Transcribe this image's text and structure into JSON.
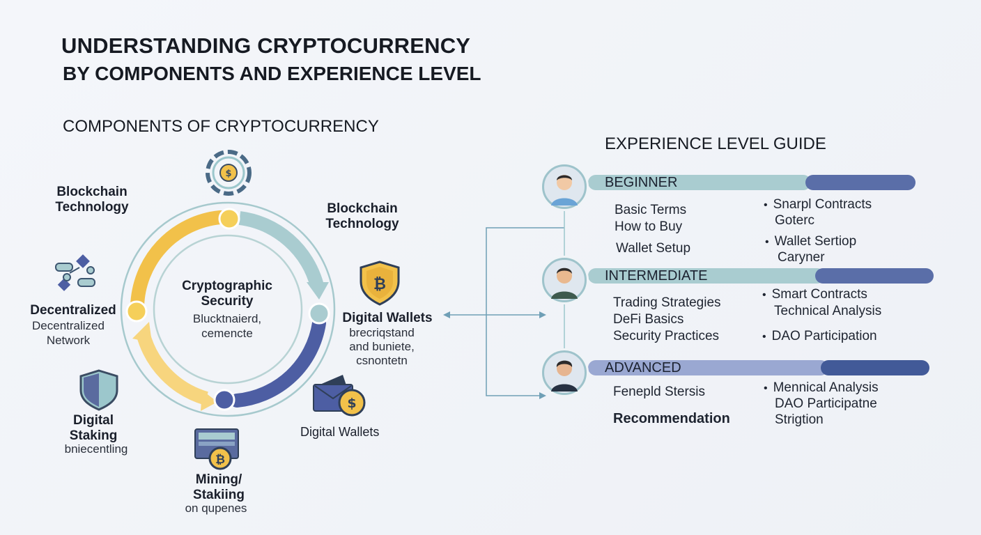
{
  "title": {
    "line1": "UNDERSTANDING CRYPTOCURRENCY",
    "line2": "BY COMPONENTS AND EXPERIENCE LEVEL"
  },
  "components": {
    "heading": "COMPONENTS OF CRYPTOCURRENCY",
    "center": {
      "title1": "Cryptographic",
      "title2": "Security",
      "sub1": "Blucktnaierd,",
      "sub2": "cemencte"
    },
    "blockchain_left": {
      "line1": "Blockchain",
      "line2": "Technology"
    },
    "blockchain_right": {
      "line1": "Blockchain",
      "line2": "Technology"
    },
    "decentralized": {
      "bold": "Decentralized",
      "sub1": "Decentralized",
      "sub2": "Network"
    },
    "digital_staking": {
      "line1": "Digital",
      "line2": "Staking",
      "sub": "bniecentling"
    },
    "mining": {
      "line1": "Mining/",
      "line2": "Stakiing",
      "sub": "on qupenes"
    },
    "digital_wallets_right": {
      "title": "Digital Wallets",
      "sub1": "brecriqstand",
      "sub2": "and buniete,",
      "sub3": "csnontetn"
    },
    "digital_wallets_bottom": {
      "title": "Digital Wallets"
    },
    "colors": {
      "yellow": "#f2c14a",
      "teal": "#a9ccd0",
      "navy": "#4d5ea3"
    }
  },
  "guide": {
    "heading": "EXPERIENCE LEVEL GUIDE",
    "levels": [
      {
        "label": "BEGINNER",
        "left_items": [
          "Basic Terms",
          "How to Buy",
          "Wallet Setup"
        ],
        "right_items": [
          "Snarpl Contracts",
          "Goterc",
          "Wallet Sertiop",
          "Caryner"
        ]
      },
      {
        "label": "INTERMEDIATE",
        "left_items": [
          "Trading Strategies",
          "DeFi Basics",
          "Security Practices"
        ],
        "right_items": [
          "Smart Contracts",
          "Technical Analysis",
          "DAO Participation"
        ]
      },
      {
        "label": "ADVANCED",
        "left_items": [
          "Fenepld Stersis",
          "Recommendation"
        ],
        "right_items": [
          "Mennical Analysis",
          "DAO Participatne",
          "Strigtion"
        ]
      }
    ]
  }
}
